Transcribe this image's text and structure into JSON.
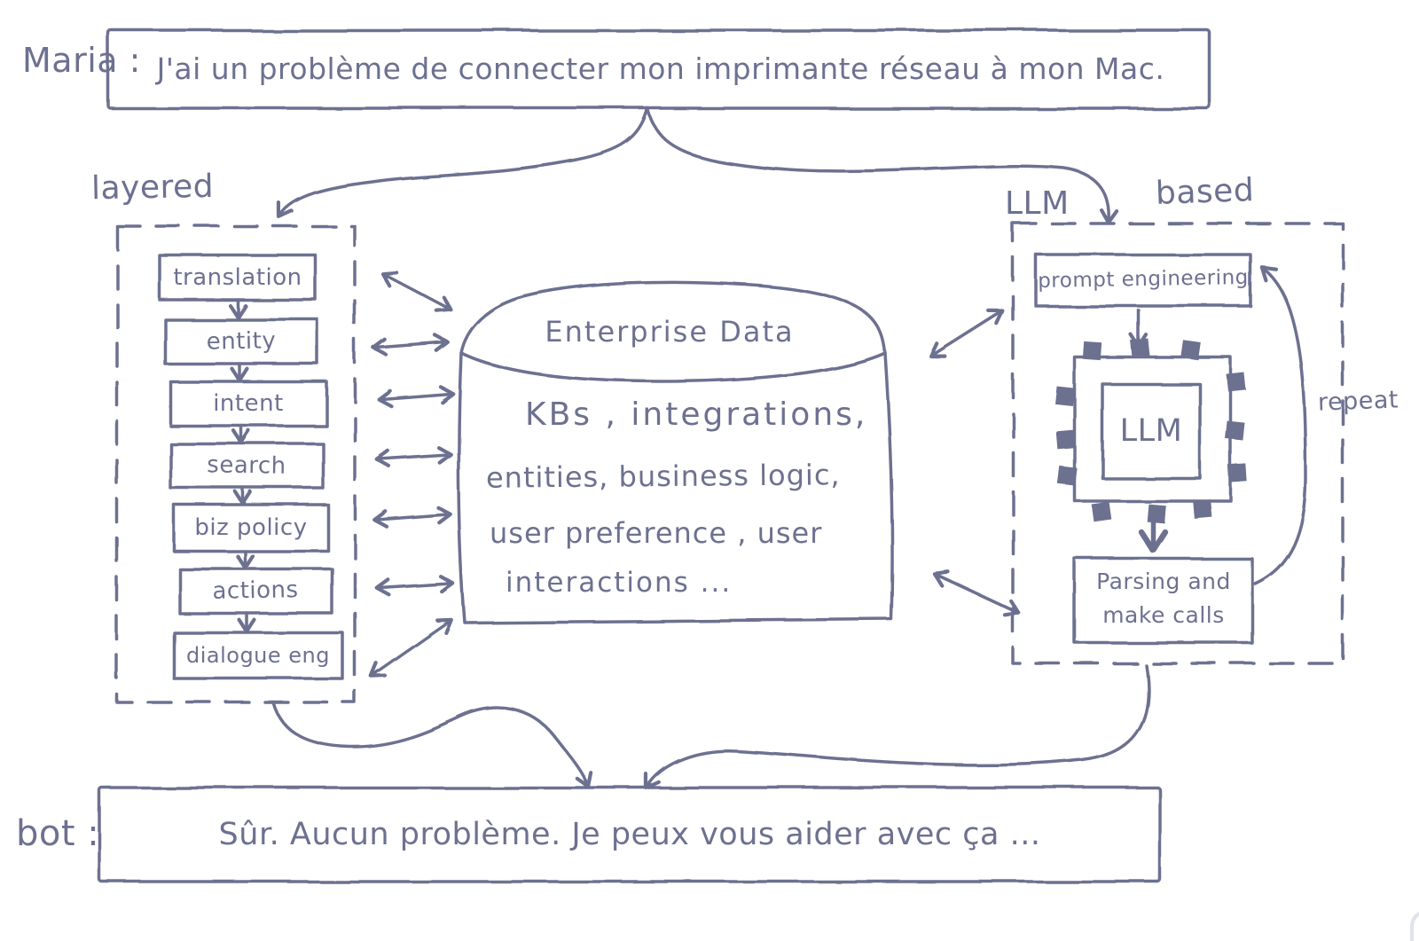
{
  "colors": {
    "ink": "#6d7190",
    "bg": "#ffffff",
    "faint": "#dfe3ea"
  },
  "conversation": {
    "user_label": "Maria :",
    "user_message": "J'ai un problème de connecter mon imprimante réseau à mon Mac.",
    "bot_label": "bot :",
    "bot_message": "Sûr. Aucun problème. Je peux vous aider avec ça ..."
  },
  "layered_approach": {
    "label": "layered",
    "stages": [
      "translation",
      "entity",
      "intent",
      "search",
      "biz policy",
      "actions",
      "dialogue eng"
    ]
  },
  "enterprise_data": {
    "title": "Enterprise Data",
    "lines": [
      "KBs , integrations,",
      "entities,  business logic,",
      "user preference , user",
      "interactions ..."
    ]
  },
  "llm_approach": {
    "label_prefix": "LLM",
    "label_suffix": "based",
    "prompt_step": "prompt engineering",
    "chip_label": "LLM",
    "parsing_step_line1": "Parsing and",
    "parsing_step_line2": "make calls",
    "repeat_label": "repeat"
  }
}
